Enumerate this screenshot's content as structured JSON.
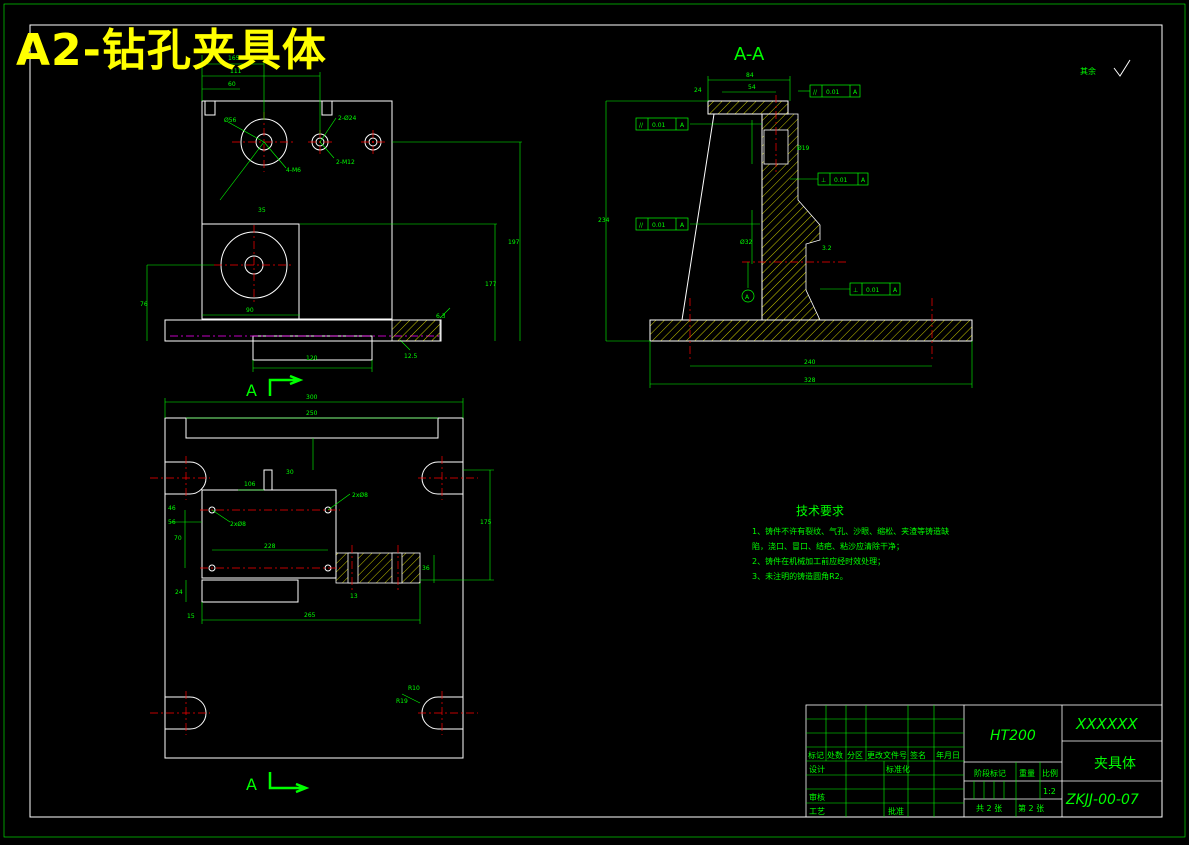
{
  "drawing_title": "A2-钻孔夹具体",
  "section_labels": {
    "section_view": "A-A",
    "cut_start": "A",
    "cut_end": "A"
  },
  "roughness_note": "其余",
  "front_view": {
    "dims": {
      "d1": "165",
      "d2": "111",
      "d3": "60",
      "d4": "2-Ø24",
      "d5": "2-M12",
      "d6": "Ø56",
      "d7": "4-M6",
      "d8": "35",
      "d9": "90",
      "d10": "76",
      "d11": "177",
      "d12": "197",
      "d13": "120",
      "d14": "12.5",
      "d15": "6.3"
    }
  },
  "section_view": {
    "dims": {
      "w1": "84",
      "w2": "54",
      "h1": "24",
      "h2": "234",
      "w3": "240",
      "w4": "328",
      "dia1": "Ø19",
      "dia2": "Ø32"
    },
    "tolerances": [
      {
        "sym": "//",
        "val": "0.01",
        "ref": "A"
      },
      {
        "sym": "//",
        "val": "0.01",
        "ref": "A"
      },
      {
        "sym": "⊥",
        "val": "0.01",
        "ref": "A"
      },
      {
        "sym": "//",
        "val": "0.01",
        "ref": "A"
      },
      {
        "sym": "⊥",
        "val": "0.01",
        "ref": "A"
      }
    ],
    "datum": "A",
    "roughness": "3.2"
  },
  "top_view": {
    "dims": {
      "t1": "300",
      "t2": "250",
      "t3": "30",
      "t4": "106",
      "t5": "2xØ8",
      "t6": "2xØ8",
      "t7": "46",
      "t8": "56",
      "t9": "70",
      "t10": "228",
      "t11": "24",
      "t12": "15",
      "t13": "265",
      "t14": "175",
      "t15": "36",
      "t16": "R10",
      "t17": "R19",
      "t18": "13"
    }
  },
  "tech_requirements": {
    "title": "技术要求",
    "items": [
      "1、铸件不许有裂纹、气孔、沙眼、缩松、夹渣等铸造缺",
      "   陷，浇口、冒口、结疤、粘沙应清除干净；",
      "2、铸件在机械加工前应经时效处理；",
      "3、未注明的铸造圆角R2。"
    ]
  },
  "title_block": {
    "material": "HT200",
    "org": "XXXXXX",
    "part_name": "夹具体",
    "drawing_no": "ZKJJ-00-07",
    "scale_value": "1:2",
    "headers": [
      "标记",
      "处数",
      "分区",
      "更改文件号",
      "签名",
      "年月日"
    ],
    "designer": "设计",
    "standardize": "标准化",
    "stage_mark": "阶段标记",
    "weight": "重量",
    "scale": "比例",
    "reviewer": "审核",
    "process": "工艺",
    "approve": "批准",
    "sheet_total": "共 2 张",
    "sheet_no": "第 2 张"
  },
  "colors": {
    "background": "#000000",
    "outline": "#ffffff",
    "dimension": "#00ff00",
    "center": "#ff0000",
    "hatch": "#ffff00",
    "title": "#ffff00"
  }
}
